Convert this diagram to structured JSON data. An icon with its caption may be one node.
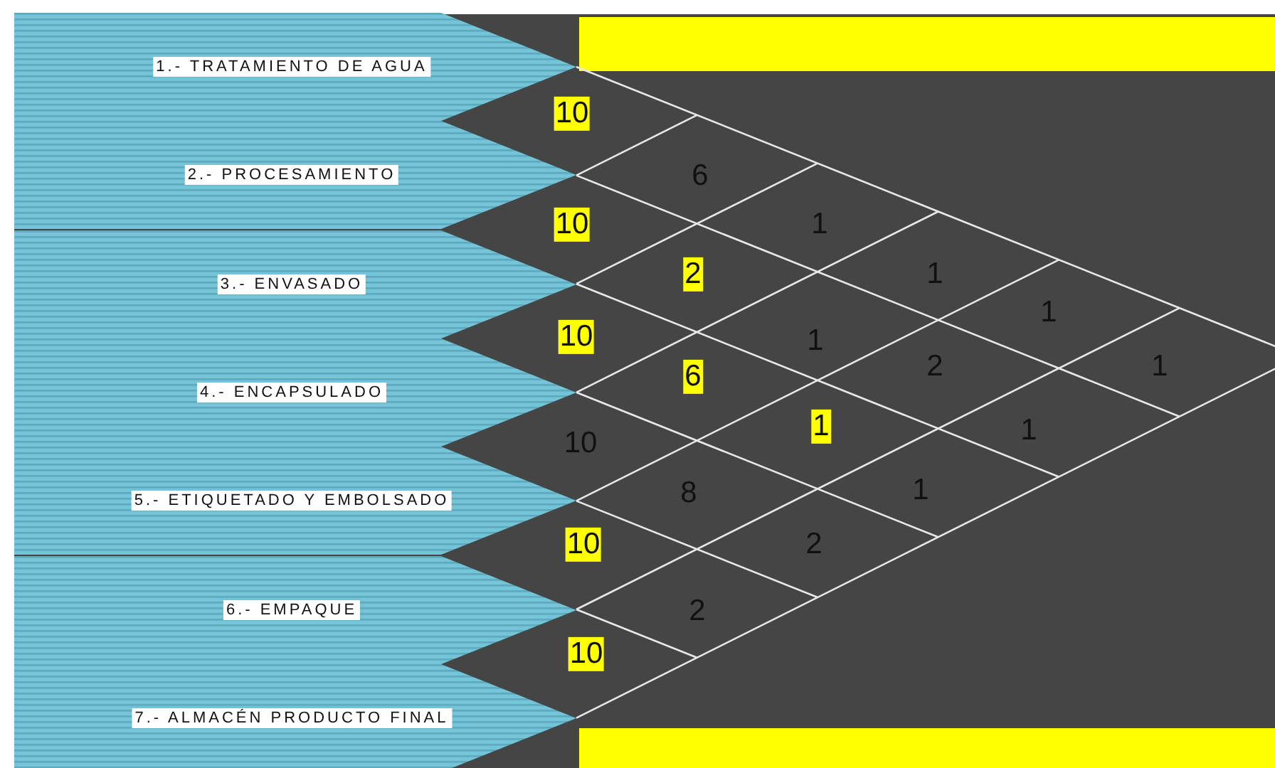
{
  "diagram": {
    "nodes": [
      {
        "text": [
          "1.- TRATAMIENTO DE AGUA"
        ]
      },
      {
        "text": [
          "2.- PROCESAMIENTO"
        ]
      },
      {
        "text": [
          "3.- ENVASADO"
        ]
      },
      {
        "text": [
          "4.- ENCAPSULADO"
        ]
      },
      {
        "text": [
          "5.- ETIQUETADO Y EMBOLSADO"
        ]
      },
      {
        "text": [
          "6.- EMPAQUE"
        ]
      },
      {
        "text": [
          "7.- ALMACÉN PRODUCTO FINAL"
        ]
      }
    ],
    "labels": [
      "10",
      "6",
      "10",
      "1",
      "2",
      "1",
      "1",
      "10",
      "1",
      "2",
      "1",
      "6",
      "1",
      "1",
      "10",
      "8",
      "1",
      "10",
      "2",
      "2",
      "10"
    ]
  }
}
